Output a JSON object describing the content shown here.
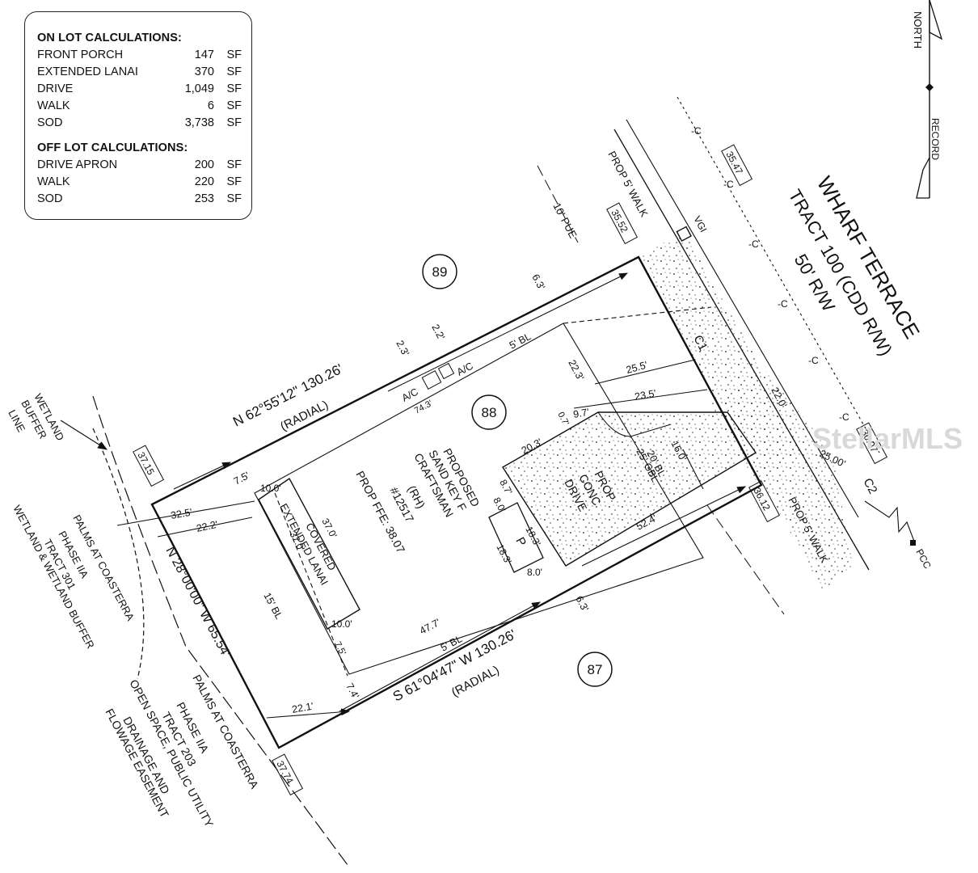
{
  "on_lot": {
    "title": "ON LOT CALCULATIONS:",
    "rows": [
      {
        "label": "FRONT PORCH",
        "value": "147",
        "unit": "SF"
      },
      {
        "label": "EXTENDED LANAI",
        "value": "370",
        "unit": "SF"
      },
      {
        "label": "DRIVE",
        "value": "1,049",
        "unit": "SF"
      },
      {
        "label": "WALK",
        "value": "6",
        "unit": "SF"
      },
      {
        "label": "SOD",
        "value": "3,738",
        "unit": "SF"
      }
    ]
  },
  "off_lot": {
    "title": "OFF LOT CALCULATIONS:",
    "rows": [
      {
        "label": "DRIVE APRON",
        "value": "200",
        "unit": "SF"
      },
      {
        "label": "WALK",
        "value": "220",
        "unit": "SF"
      },
      {
        "label": "SOD",
        "value": "253",
        "unit": "SF"
      }
    ]
  },
  "north": {
    "label": "NORTH",
    "record": "RECORD"
  },
  "street": {
    "name": "WHARF TERRACE",
    "tract": "TRACT 100 (CDD R/W)",
    "row": "50' R/W"
  },
  "lots": {
    "lot89": "89",
    "lot88": "88",
    "lot87": "87"
  },
  "bearings": {
    "north_line": "N 62°55'12\" 130.26'",
    "north_radial": "(RADIAL)",
    "south_line": "S 61°04'47\" W  130.26'",
    "south_radial": "(RADIAL)",
    "west_line": "N 28°00'00\" W  65.54'"
  },
  "elevations": {
    "e1": "35.47",
    "e2": "35.52",
    "e3": "37.15",
    "e4": "36.07",
    "e5": "36.12",
    "e6": "37.74"
  },
  "house": {
    "lines": [
      "PROPOSED",
      "SAND KEY F",
      "CRAFTSMAN",
      "(RH)",
      "#12517",
      "PROP FFE: 38.07"
    ]
  },
  "lanai": {
    "lines": [
      "COVERED",
      "EXTENDED LANAI"
    ],
    "dim_a": "37.0'",
    "dim_b": "37.0'",
    "dim_c": "10.0'",
    "dim_d": "10.0'"
  },
  "drive": {
    "lines": [
      "PROP",
      "CONC",
      "DRIVE"
    ]
  },
  "porch": {
    "label": "P",
    "dim_a": "8.0'",
    "dim_b": "18.3'",
    "dim_c": "18.3'",
    "dim_d": "8.0'",
    "dim_e": "8.7'"
  },
  "dims": {
    "d_6_3a": "6.3'",
    "d_2_2": "2.2'",
    "d_2_3": "2.3'",
    "ac1": "A/C",
    "ac2": "A/C",
    "d_5bl_top": "5' BL",
    "d_74_3": "74.3'",
    "d_22_3": "22.3'",
    "d_25_5": "25.5'",
    "d_23_5": "23.5'",
    "d_9_7": "9.7'",
    "d_0_7": "0.7'",
    "d_20_3": "20.3'",
    "d_20bl": "20' BL",
    "d_25gbl": "25' GBL",
    "d_16_0": "16.0'",
    "d_22_0": "22.0'",
    "d_25_00": "25.00'",
    "d_52_4": "52.4'",
    "d_7_5": "7.5'",
    "d_32_5": "32.5'",
    "d_22_2": "22.2'",
    "d_15bl": "15' BL",
    "d_47_7": "47.7'",
    "d_5bl_bot": "5' BL",
    "d_6_3b": "6.3'",
    "d_7_4": "7.4'",
    "d_22_1": "22.1'",
    "d_7_5b": "7.5'"
  },
  "walks": {
    "top": "PROP 5' WALK",
    "bottom": "PROP 5' WALK",
    "pue": "10' PUE"
  },
  "curve": {
    "c1": "C1",
    "c2": "C2",
    "vgi": "VGI",
    "pcc": "PCC"
  },
  "wetland": {
    "buffer": [
      "WETLAND",
      "BUFFER",
      "LINE"
    ],
    "palms1": [
      "PALMS AT COASTERRA",
      "PHASE IIA",
      "TRACT 301",
      "WETLAND & WETLAND BUFFER"
    ]
  },
  "tract203": {
    "lines": [
      "PALMS AT COASTERRA",
      "PHASE IIA",
      "TRACT 203",
      "OPEN SPACE, PUBLIC UTILITY",
      "DRAINAGE AND",
      "FLOWAGE EASEMENT"
    ]
  },
  "watermark": "StellarMLS"
}
